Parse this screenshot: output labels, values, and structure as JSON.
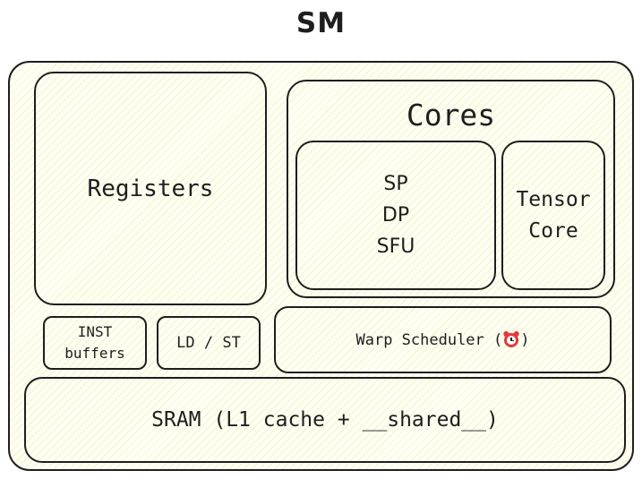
{
  "diagram": {
    "title": "SM",
    "registers": "Registers",
    "cores": {
      "title": "Cores",
      "units": [
        "SP",
        "DP",
        "SFU"
      ],
      "tensor_lines": [
        "Tensor",
        "Core"
      ]
    },
    "inst_buffers_lines": [
      "INST",
      "buffers"
    ],
    "ld_st": "LD / ST",
    "warp_scheduler": {
      "label_before": "Warp Scheduler (",
      "icon": "alarm-clock-icon",
      "label_after": ")"
    },
    "sram": "SRAM (L1 cache + __shared__)"
  },
  "colors": {
    "stroke": "#1e1e1e",
    "fill_hatch": "#e8e896",
    "clock": "#e23b3b"
  }
}
